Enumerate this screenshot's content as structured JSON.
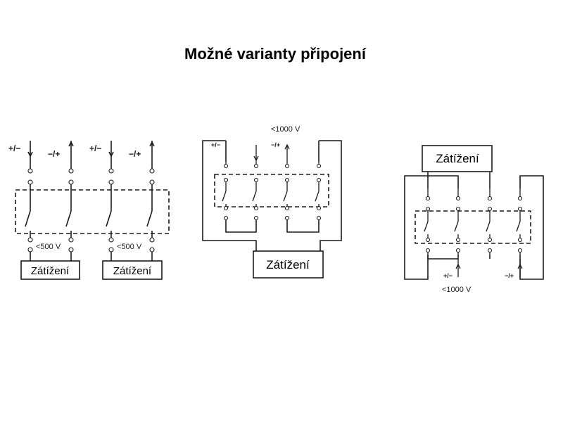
{
  "title": "Možné varianty připojení",
  "diagram_left": {
    "polarity": [
      "+/−",
      "−/+",
      "+/−",
      "−/+"
    ],
    "voltage": [
      "<500 V",
      "<500 V"
    ],
    "loads": [
      "Zátížení",
      "Zátížení"
    ]
  },
  "diagram_middle": {
    "voltage": "<1000 V",
    "polarity": [
      "+/−",
      "−/+"
    ],
    "load": "Zátížení"
  },
  "diagram_right": {
    "load": "Zátížení",
    "polarity": [
      "+/−",
      "−/+"
    ],
    "voltage": "<1000 V"
  }
}
